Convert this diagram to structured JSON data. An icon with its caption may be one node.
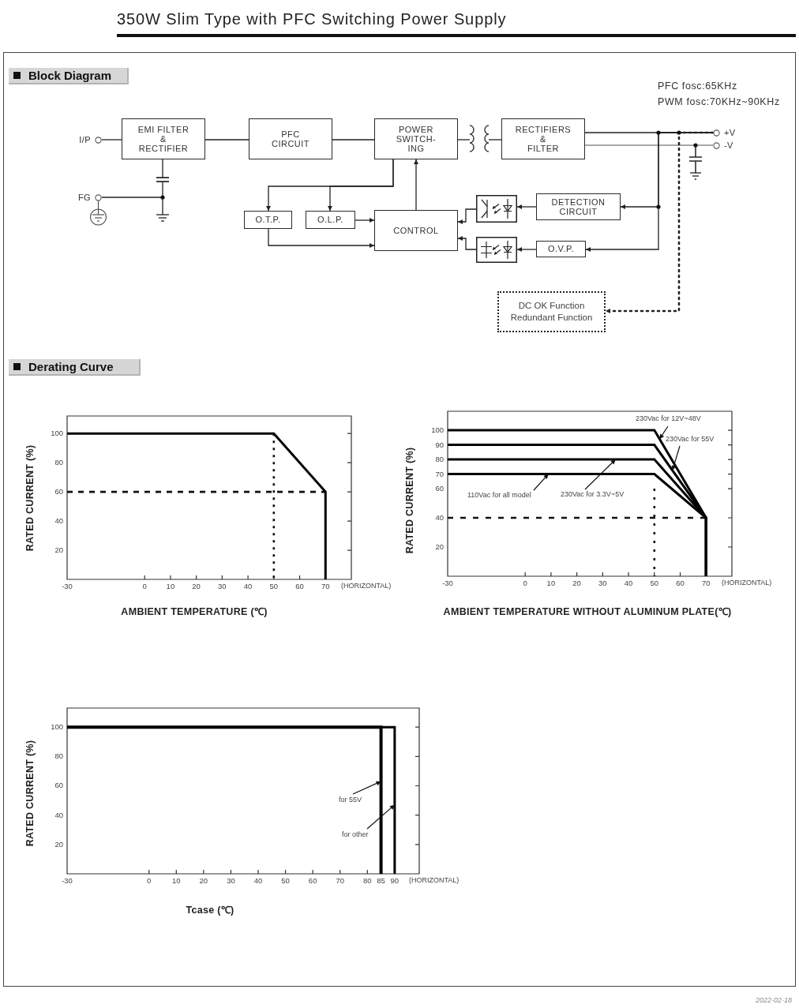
{
  "diagram": {
    "title": "350W Slim Type with PFC Switching Power Supply",
    "nodes": [
      {
        "text": [
          "I/P"
        ]
      },
      {
        "text": [
          "EMI FILTER & RECTIFIER"
        ]
      },
      {
        "text": [
          "PFC CIRCUIT"
        ]
      },
      {
        "text": [
          "POWER SWITCH- ING"
        ]
      },
      {
        "text": [],
        "shape": "transformer"
      },
      {
        "text": [
          "RECTIFIERS & FILTER"
        ]
      },
      {
        "text": [
          "+V"
        ]
      },
      {
        "text": [
          "-V"
        ]
      },
      {
        "text": [
          "FG"
        ]
      },
      {
        "text": [
          "O.T.P."
        ]
      },
      {
        "text": [
          "O.L.P."
        ]
      },
      {
        "text": [
          "CONTROL"
        ]
      },
      {
        "text": [],
        "shape": "optocoupler"
      },
      {
        "text": [
          "DETECTION CIRCUIT"
        ]
      },
      {
        "text": [],
        "shape": "optocoupler"
      },
      {
        "text": [
          "O.V.P."
        ]
      },
      {
        "text": [
          "DC OK Function",
          "Redundant Function"
        ]
      }
    ],
    "edges": [
      {
        "from": 0,
        "to": 1,
        "arrow": "none"
      },
      {
        "from": 1,
        "to": 2,
        "arrow": "none"
      },
      {
        "from": 2,
        "to": 3,
        "arrow": "none"
      },
      {
        "from": 3,
        "to": 4,
        "arrow": "none"
      },
      {
        "from": 4,
        "to": 5,
        "arrow": "none"
      },
      {
        "from": 5,
        "to": 6,
        "arrow": "none"
      },
      {
        "from": 5,
        "to": 7,
        "arrow": "none",
        "color": "#8a8a8a"
      },
      {
        "from": 8,
        "to": 1,
        "arrow": "none"
      },
      {
        "from": 3,
        "to": 9,
        "arrow": "to"
      },
      {
        "from": 3,
        "to": 10,
        "arrow": "to"
      },
      {
        "from": 11,
        "to": 3,
        "arrow": "to"
      },
      {
        "from": 10,
        "to": 11,
        "arrow": "to"
      },
      {
        "from": 9,
        "to": 11,
        "arrow": "to"
      },
      {
        "from": 6,
        "to": 13,
        "arrow": "to"
      },
      {
        "from": 13,
        "to": 12,
        "arrow": "to"
      },
      {
        "from": 12,
        "to": 11,
        "arrow": "to"
      },
      {
        "from": 6,
        "to": 15,
        "arrow": "to"
      },
      {
        "from": 15,
        "to": 14,
        "arrow": "to"
      },
      {
        "from": 14,
        "to": 11,
        "arrow": "to"
      },
      {
        "from": 6,
        "to": 16,
        "arrow": "to",
        "style": "dashed"
      }
    ],
    "labels": [
      "Block Diagram",
      "PFC fosc:65KHz",
      "PWM fosc:70KHz~90KHz",
      "Derating Curve",
      "2022-02-18"
    ],
    "chart_data": [
      {
        "type": "line",
        "xlabel": "AMBIENT TEMPERATURE (℃)",
        "ylabel": "RATED CURRENT (%)",
        "x": [
          -30,
          50,
          70,
          70
        ],
        "series": [
          {
            "color": "#000000",
            "values": [
              100,
              100,
              60,
              0
            ]
          }
        ],
        "xlim": [
          -30,
          80
        ],
        "ylim": [
          0,
          112
        ],
        "xticks": [
          -30,
          0,
          10,
          20,
          30,
          40,
          50,
          60,
          70
        ],
        "yticks": [
          20,
          40,
          60,
          80,
          100
        ],
        "ref_lines": [
          {
            "axis": "y",
            "value": 60
          },
          {
            "axis": "x",
            "value": 50
          }
        ],
        "annotations": [
          "(HORIZONTAL)"
        ]
      },
      {
        "type": "line",
        "xlabel": "AMBIENT TEMPERATURE WITHOUT ALUMINUM PLATE(℃)",
        "ylabel": "RATED CURRENT (%)",
        "x": [
          -30,
          50,
          70,
          70
        ],
        "series": [
          {
            "color": "#000000",
            "values": [
              100,
              100,
              40,
              0
            ]
          },
          {
            "color": "#000000",
            "values": [
              90,
              90,
              40,
              0
            ]
          },
          {
            "color": "#000000",
            "values": [
              80,
              80,
              40,
              0
            ]
          },
          {
            "color": "#000000",
            "values": [
              70,
              70,
              40,
              0
            ]
          }
        ],
        "xlim": [
          -30,
          80
        ],
        "ylim": [
          0,
          113
        ],
        "xticks": [
          -30,
          0,
          10,
          20,
          30,
          40,
          50,
          60,
          70
        ],
        "yticks": [
          20,
          40,
          60,
          70,
          80,
          90,
          100
        ],
        "ref_lines": [
          {
            "axis": "y",
            "value": 40
          },
          {
            "axis": "x",
            "value": 50
          }
        ],
        "annotations": [
          "(HORIZONTAL)",
          {
            "text": "230Vac for 12V~48V",
            "x": 52,
            "y": 94
          },
          {
            "text": "230Vac for 55V",
            "x": 57,
            "y": 72.5
          },
          {
            "text": "230Vac for 3.3V~5V",
            "x": 35,
            "y": 80
          },
          {
            "text": "110Vac for all model",
            "x": 9,
            "y": 70
          }
        ]
      },
      {
        "type": "line",
        "xlabel": "Tcase (℃)",
        "ylabel": "RATED CURRENT (%)",
        "x": [
          -30,
          85,
          85,
          90,
          90
        ],
        "series": [
          {
            "color": "#000000",
            "values": [
              100,
              100,
              0,
              null,
              null
            ]
          },
          {
            "color": "#000000",
            "values": [
              100,
              100,
              null,
              100,
              0
            ]
          }
        ],
        "xlim": [
          -30,
          99
        ],
        "ylim": [
          0,
          113
        ],
        "xticks": [
          -30,
          0,
          10,
          20,
          30,
          40,
          50,
          60,
          70,
          80,
          85,
          90
        ],
        "yticks": [
          20,
          40,
          60,
          80,
          100
        ],
        "annotations": [
          "(HORIZONTAL)",
          {
            "text": "for 55V",
            "x": 85,
            "y": 63
          },
          {
            "text": "for other",
            "x": 90,
            "y": 47
          }
        ]
      }
    ]
  }
}
